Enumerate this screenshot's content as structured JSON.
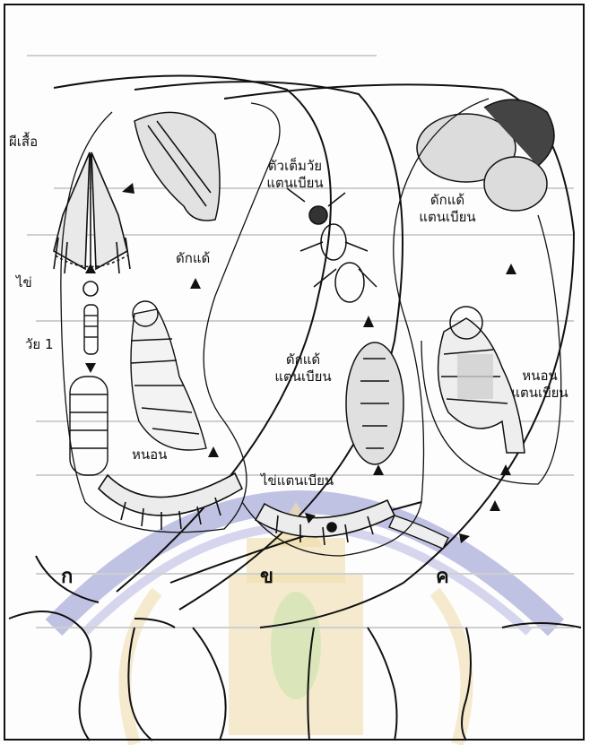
{
  "labels": {
    "moth": "ผีเสื้อ",
    "egg": "ไข่",
    "instar1": "วัย 1",
    "pupa": "ดักแด้",
    "larva": "หนอน",
    "adult_wasp_l1": "ตัวเต็มวัย",
    "adult_wasp_l2": "แตนเบียน",
    "wasp_pupa_b_l1": "ดักแด้",
    "wasp_pupa_b_l2": "แตนเบียน",
    "wasp_egg": "ไข่แตนเบียน",
    "wasp_pupa_c_l1": "ดักแด้",
    "wasp_pupa_c_l2": "แตนเบียน",
    "wasp_larva_l1": "หนอน",
    "wasp_larva_l2": "แตนเบียน"
  },
  "panels": {
    "a": "ก",
    "b": "ข",
    "c": "ค"
  },
  "colors": {
    "ink": "#111111",
    "watermark_blue": "#8f93cf",
    "watermark_gold": "#e5c46a",
    "watermark_green": "#9ccf6a"
  }
}
